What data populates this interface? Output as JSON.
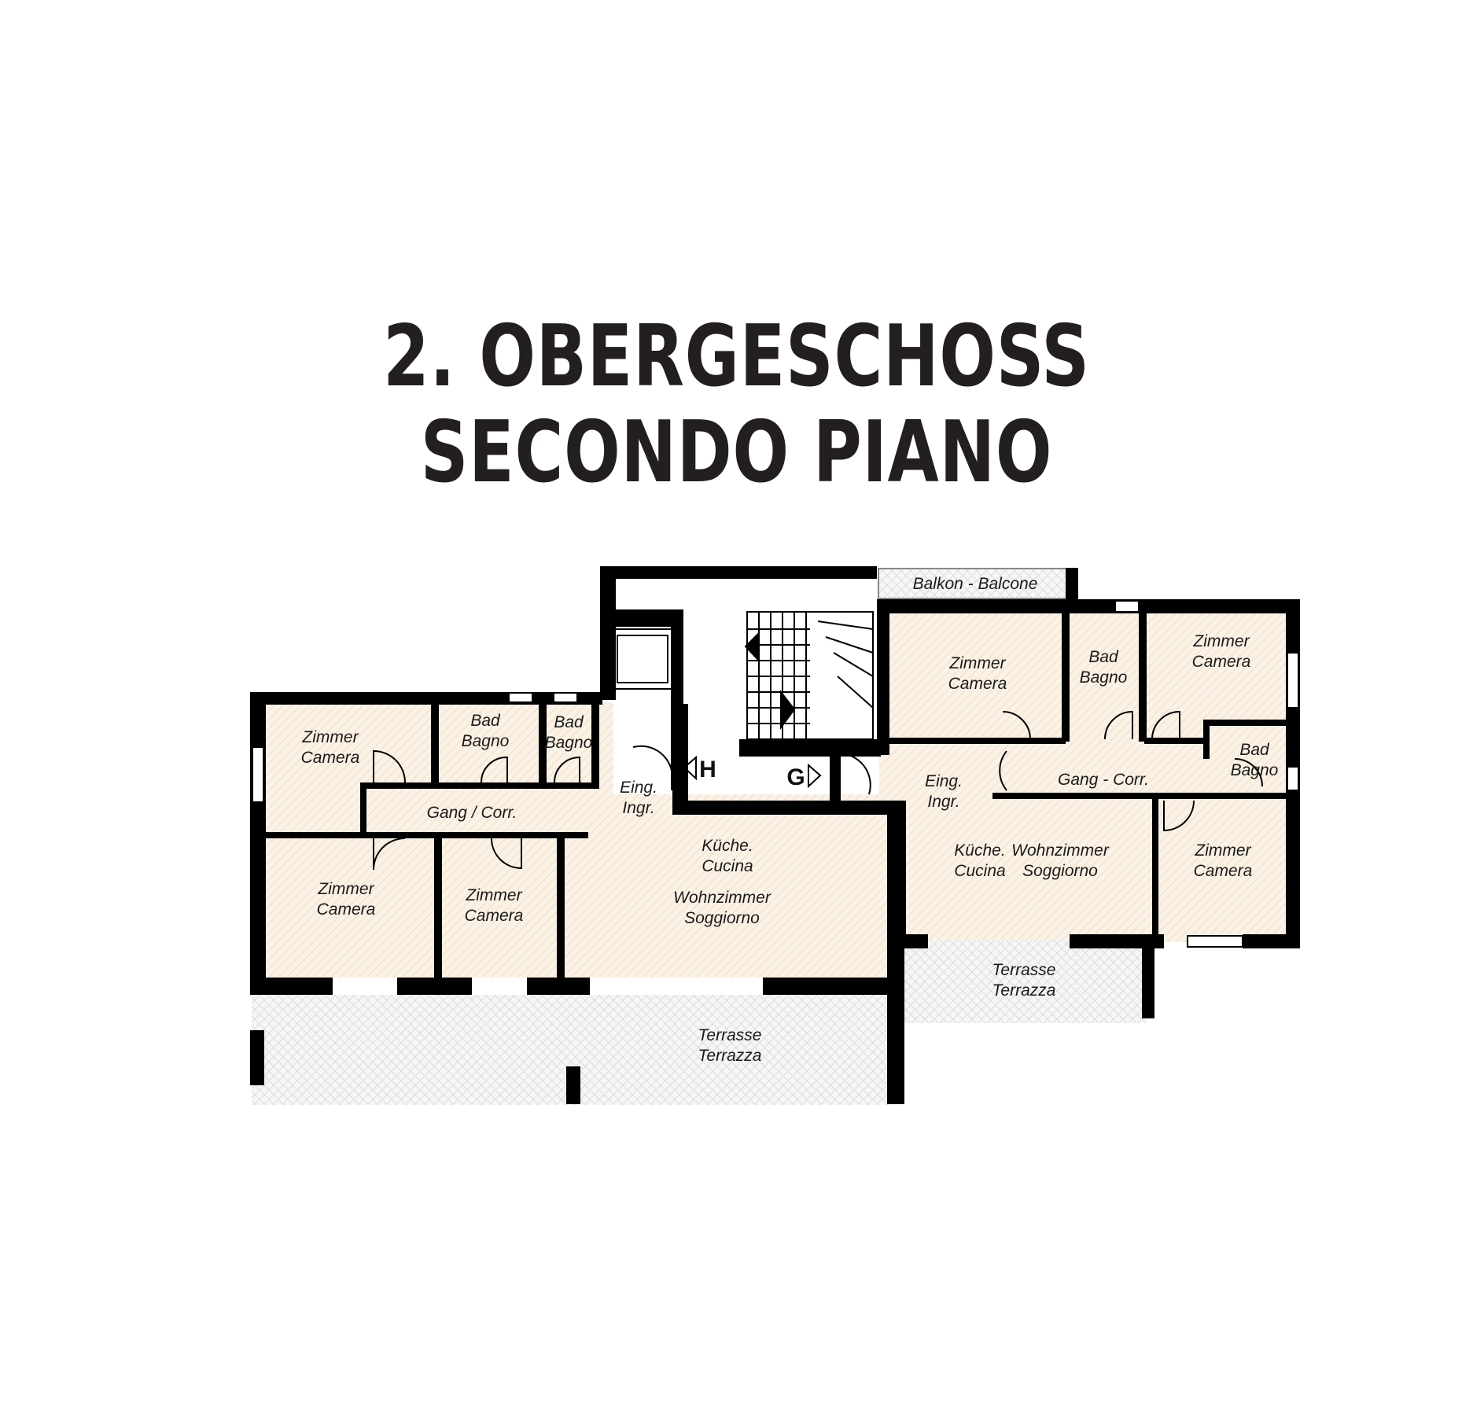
{
  "title": {
    "line1": "2. OBERGESCHOSS",
    "line2": "SECONDO PIANO"
  },
  "rooms": {
    "w_zimmer1": [
      "Zimmer",
      "Camera"
    ],
    "w_bad1": [
      "Bad",
      "Bagno"
    ],
    "w_bad2": [
      "Bad",
      "Bagno"
    ],
    "w_gang": [
      "Gang / Corr."
    ],
    "w_eing": [
      "Eing.",
      "Ingr."
    ],
    "w_zimmer2": [
      "Zimmer",
      "Camera"
    ],
    "w_zimmer3": [
      "Zimmer",
      "Camera"
    ],
    "w_kueche": [
      "Küche.",
      "Cucina"
    ],
    "w_wohn": [
      "Wohnzimmer",
      "Soggiorno"
    ],
    "w_terrasse": [
      "Terrasse",
      "Terrazza"
    ],
    "e_balkon": [
      "Balkon - Balcone"
    ],
    "e_zimmer1": [
      "Zimmer",
      "Camera"
    ],
    "e_bad1": [
      "Bad",
      "Bagno"
    ],
    "e_zimmer2": [
      "Zimmer",
      "Camera"
    ],
    "e_bad2": [
      "Bad",
      "Bagno"
    ],
    "e_gang": [
      "Gang - Corr."
    ],
    "e_eing": [
      "Eing.",
      "Ingr."
    ],
    "e_kueche": [
      "Küche.",
      "Cucina"
    ],
    "e_wohn": [
      "Wohnzimmer",
      "Soggiorno"
    ],
    "e_zimmer3": [
      "Zimmer",
      "Camera"
    ],
    "e_terrasse": [
      "Terrasse",
      "Terrazza"
    ]
  },
  "markers": {
    "h": "H",
    "g": "G"
  },
  "colors": {
    "wall": "#000000",
    "floor": "#fbf2e6",
    "terrace": "#f4f4f4",
    "title": "#231f20"
  }
}
